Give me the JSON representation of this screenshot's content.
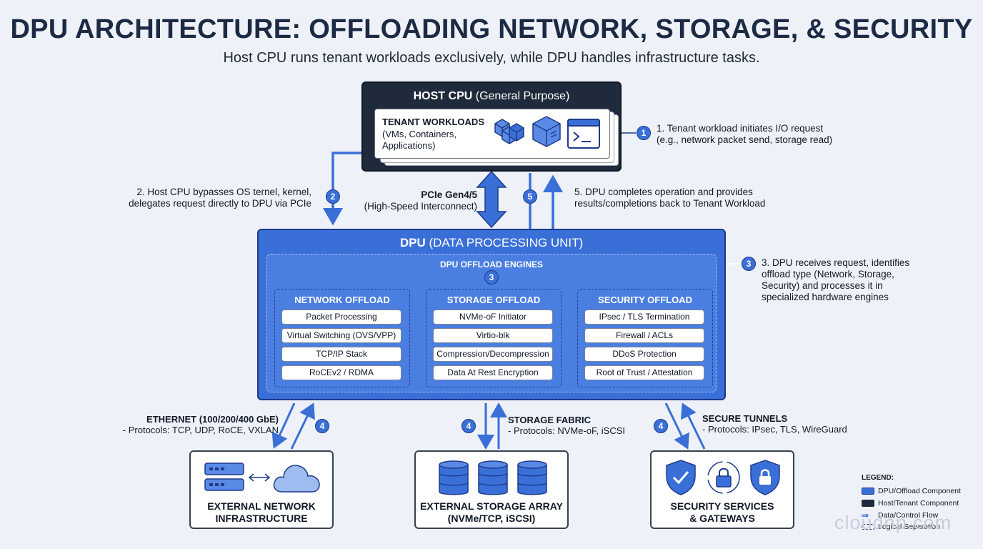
{
  "title": "DPU ARCHITECTURE: OFFLOADING NETWORK, STORAGE, & SECURITY",
  "subtitle": "Host CPU runs tenant workloads exclusively, while DPU handles infrastructure tasks.",
  "host": {
    "title_bold": "HOST CPU",
    "title_rest": " (General Purpose)",
    "workloads_title": "TENANT WORKLOADS",
    "workloads_sub": "(VMs, Containers, Applications)"
  },
  "pcie": {
    "title": "PCIe Gen4/5",
    "sub": "(High-Speed Interconnect)"
  },
  "steps": {
    "s1": {
      "num": "1",
      "text": "1. Tenant workload initiates I/O request\n(e.g., network packet send, storage read)"
    },
    "s2": {
      "num": "2",
      "text": "2. Host CPU bypasses OS ternel, kernel,\ndelegates request directly to DPU via PCIe"
    },
    "s3": {
      "num": "3",
      "text": "3. DPU receives request, identifies\noffload type (Network, Storage,\nSecurity) and processes it in\nspecialized hardware engines"
    },
    "s3_inner": "3",
    "s4": "4",
    "s5": {
      "num": "5",
      "text": "5. DPU completes operation and provides\nresults/completions back to Tenant Workload"
    }
  },
  "dpu": {
    "title_bold": "DPU",
    "title_rest": " (DATA PROCESSING UNIT)",
    "engines_title": "DPU OFFLOAD ENGINES",
    "groups": [
      {
        "title": "NETWORK OFFLOAD",
        "items": [
          "Packet Processing",
          "Virtual Switching (OVS/VPP)",
          "TCP/IP Stack",
          "RoCEv2 / RDMA"
        ]
      },
      {
        "title": "STORAGE OFFLOAD",
        "items": [
          "NVMe-oF Initiator",
          "Virtio-blk",
          "Compression/Decompression",
          "Data At Rest Encryption"
        ]
      },
      {
        "title": "SECURITY OFFLOAD",
        "items": [
          "IPsec / TLS Termination",
          "Firewall / ACLs",
          "DDoS Protection",
          "Root of Trust / Attestation"
        ]
      }
    ]
  },
  "fabrics": {
    "ethernet": {
      "title": "ETHERNET (100/200/400 GbE)",
      "sub": "- Protocols: TCP, UDP, RoCE, VXLAN"
    },
    "storage": {
      "title": "STORAGE FABRIC",
      "sub": "- Protocols: NVMe-oF, iSCSI"
    },
    "secure": {
      "title": "SECURE TUNNELS",
      "sub": "- Protocols: IPsec, TLS, WireGuard"
    }
  },
  "bottom": {
    "network": "EXTERNAL NETWORK\nINFRASTRUCTURE",
    "storage": "EXTERNAL STORAGE ARRAY\n(NVMe/TCP, iSCSI)",
    "security": "SECURITY SERVICES\n& GATEWAYS"
  },
  "legend": {
    "title": "LEGEND:",
    "items": [
      "DPU/Offload Component",
      "Host/Tenant Component",
      "Data/Control Flow",
      "Logical Separation"
    ]
  },
  "watermark": "cloudnp.com",
  "colors": {
    "dpu": "#3a6fd8",
    "host": "#1f2a3c",
    "flow": "#3a6fd8",
    "background": "#eef2f8"
  }
}
